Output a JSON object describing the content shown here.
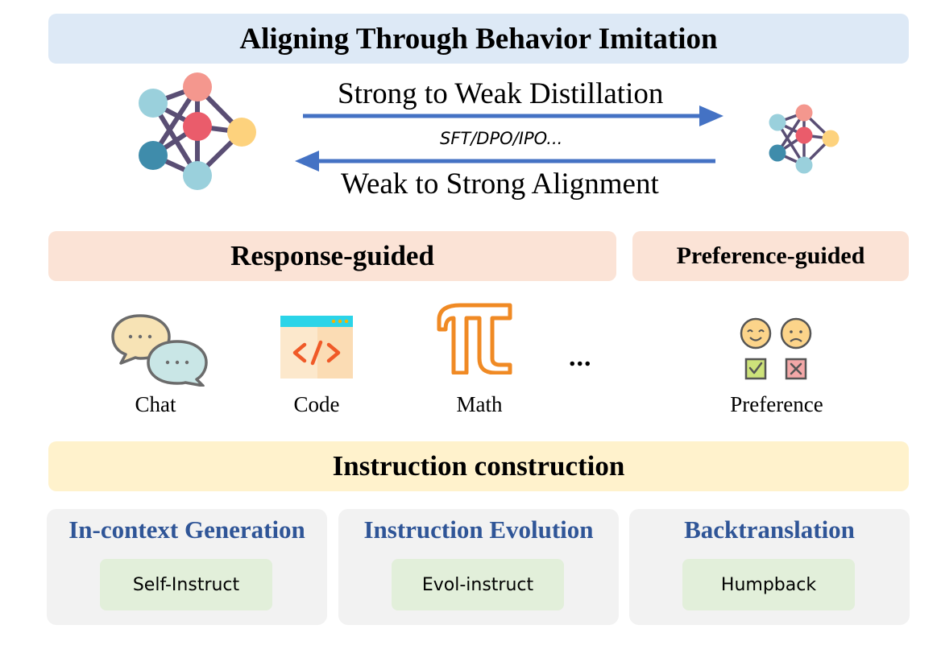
{
  "header": {
    "title": "Aligning Through Behavior Imitation"
  },
  "distillation": {
    "forward_label": "Strong to Weak Distillation",
    "methods_label": "SFT/DPO/IPO...",
    "backward_label": "Weak to Strong Alignment",
    "arrow_color": "#4472c4",
    "edge_color": "#5a4e74",
    "node_colors": {
      "pink": "#f4978e",
      "red": "#ea5c6b",
      "light_blue": "#9ad0dc",
      "dark_blue": "#3f8cab",
      "orange": "#fdd27d"
    }
  },
  "guidance": {
    "response_label": "Response-guided",
    "preference_label": "Preference-guided",
    "items": [
      {
        "label": "Chat",
        "icon": "chat-bubbles-icon"
      },
      {
        "label": "Code",
        "icon": "code-window-icon"
      },
      {
        "label": "Math",
        "icon": "pi-icon"
      },
      {
        "label": "...",
        "icon": "ellipsis"
      },
      {
        "label": "Preference",
        "icon": "happy-sad-faces-icon"
      }
    ]
  },
  "instruction": {
    "title": "Instruction construction",
    "methods": [
      {
        "title": "In-context Generation",
        "example": "Self-Instruct"
      },
      {
        "title": "Instruction Evolution",
        "example": "Evol-instruct"
      },
      {
        "title": "Backtranslation",
        "example": "Humpback"
      }
    ]
  },
  "colors": {
    "title_band": "#dde9f6",
    "guidance_band": "#fbe3d6",
    "instruction_band": "#fff2cc",
    "panel_bg": "#f2f2f2",
    "pill_bg": "#e2efda",
    "method_title": "#2f5597"
  }
}
